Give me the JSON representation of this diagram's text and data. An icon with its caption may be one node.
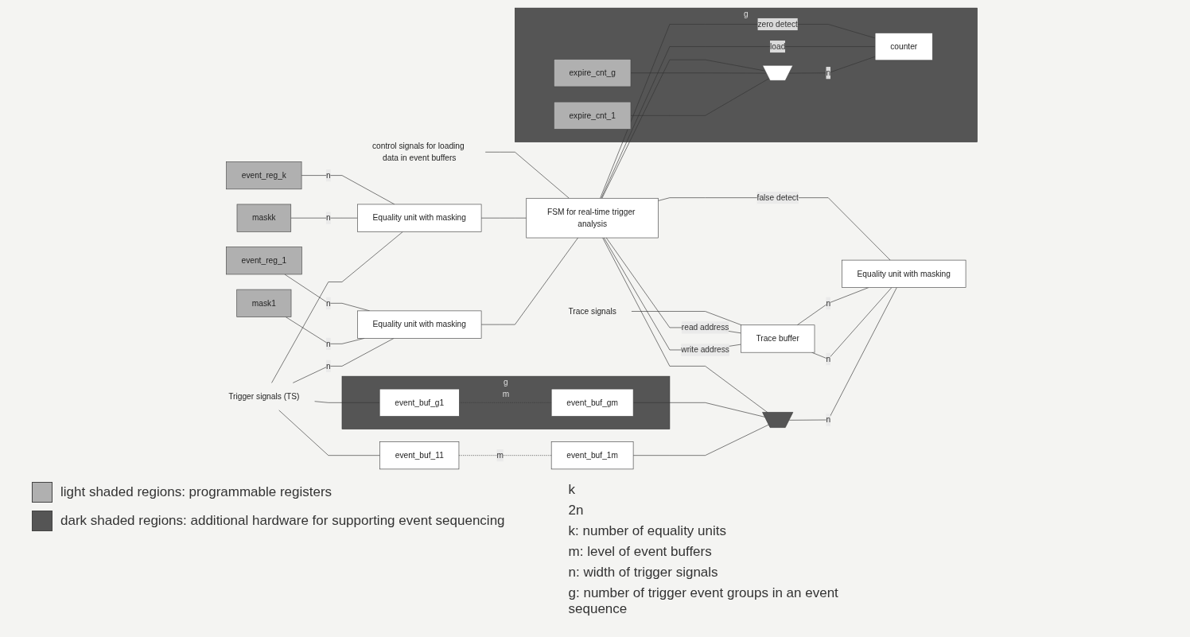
{
  "diagram": {
    "nodes": [
      {
        "text": [
          "Trigger signals (TS)"
        ]
      },
      {
        "text": [
          "mask1"
        ]
      },
      {
        "text": [
          "event_reg_1"
        ]
      },
      {
        "text": [
          "Equality unit with masking"
        ]
      },
      {
        "text": [
          "maskk"
        ]
      },
      {
        "text": [
          "event_reg_k"
        ]
      },
      {
        "text": [
          "Equality unit with masking"
        ]
      },
      {
        "text": [
          "event_buf_11"
        ]
      },
      {
        "text": [
          "event_buf_1m"
        ]
      },
      {
        "text": [
          "g",
          "m"
        ]
      },
      {
        "text": [
          "event_buf_g1"
        ],
        "in": 9
      },
      {
        "text": [
          "event_buf_gm"
        ],
        "in": 9
      },
      {
        "text": [
          "Trace signals"
        ]
      },
      {
        "text": [
          "Trace buffer"
        ]
      },
      {
        "text": [
          "g"
        ]
      },
      {
        "text": [
          "expire_cnt_1"
        ],
        "in": 14
      },
      {
        "text": [
          "expire_cnt_g"
        ],
        "in": 14
      },
      {
        "text": [],
        "shape": "trapezoid",
        "in": 14
      },
      {
        "text": [
          "counter"
        ],
        "in": 14
      },
      {
        "text": [
          "FSM for real-time trigger analysis"
        ]
      },
      {
        "text": [],
        "shape": "trapezoid"
      },
      {
        "text": [
          "Equality unit with masking"
        ]
      },
      {
        "text": [
          "control signals for loading data in event buffers"
        ]
      }
    ],
    "edges": [
      {
        "from": 0,
        "to": 3,
        "arrow": "none",
        "label": "n"
      },
      {
        "from": 0,
        "to": 6,
        "arrow": "none"
      },
      {
        "from": 0,
        "to": 7,
        "arrow": "none"
      },
      {
        "from": 0,
        "to": 10,
        "arrow": "none"
      },
      {
        "from": 1,
        "to": 3,
        "arrow": "none",
        "label": "n"
      },
      {
        "from": 2,
        "to": 3,
        "arrow": "none",
        "label": "n"
      },
      {
        "from": 4,
        "to": 6,
        "arrow": "none",
        "label": "n"
      },
      {
        "from": 5,
        "to": 6,
        "arrow": "none",
        "label": "n"
      },
      {
        "from": 7,
        "to": 8,
        "arrow": "none",
        "label": "m",
        "style": "dashed"
      },
      {
        "from": 10,
        "to": 11,
        "arrow": "none",
        "style": "dashed"
      },
      {
        "from": 3,
        "to": 19,
        "arrow": "none"
      },
      {
        "from": 6,
        "to": 19,
        "arrow": "none"
      },
      {
        "from": 22,
        "to": 19,
        "arrow": "none"
      },
      {
        "from": 8,
        "to": 20,
        "arrow": "none"
      },
      {
        "from": 11,
        "to": 20,
        "arrow": "none"
      },
      {
        "from": 19,
        "to": 13,
        "arrow": "none",
        "label": "write address"
      },
      {
        "from": 19,
        "to": 13,
        "arrow": "none",
        "label": "read address"
      },
      {
        "from": 19,
        "to": 20,
        "arrow": "none"
      },
      {
        "from": 12,
        "to": 13,
        "arrow": "none"
      },
      {
        "from": 20,
        "to": 21,
        "arrow": "none",
        "label": "n"
      },
      {
        "from": 13,
        "to": 21,
        "arrow": "none",
        "label": "n"
      },
      {
        "from": 13,
        "to": 21,
        "arrow": "none",
        "label": "n"
      },
      {
        "from": 21,
        "to": 19,
        "arrow": "none",
        "label": "false detect"
      },
      {
        "from": 15,
        "to": 17,
        "arrow": "none"
      },
      {
        "from": 16,
        "to": 17,
        "arrow": "none"
      },
      {
        "from": 19,
        "to": 17,
        "arrow": "none"
      },
      {
        "from": 17,
        "to": 18,
        "arrow": "none",
        "label": "n"
      },
      {
        "from": 19,
        "to": 18,
        "arrow": "none",
        "label": "load"
      },
      {
        "from": 18,
        "to": 19,
        "arrow": "none",
        "label": "zero detect"
      }
    ],
    "labels": [
      "k",
      "2n",
      "k: number of equality units",
      "m: level of event buffers",
      "n: width of trigger signals",
      "g: number of trigger event groups in an event sequence"
    ],
    "legend": [
      {
        "text": "light shaded regions: programmable registers",
        "color": "#b0b0b0"
      },
      {
        "text": "dark shaded regions: additional hardware for supporting event sequencing",
        "color": "#555555"
      }
    ]
  }
}
